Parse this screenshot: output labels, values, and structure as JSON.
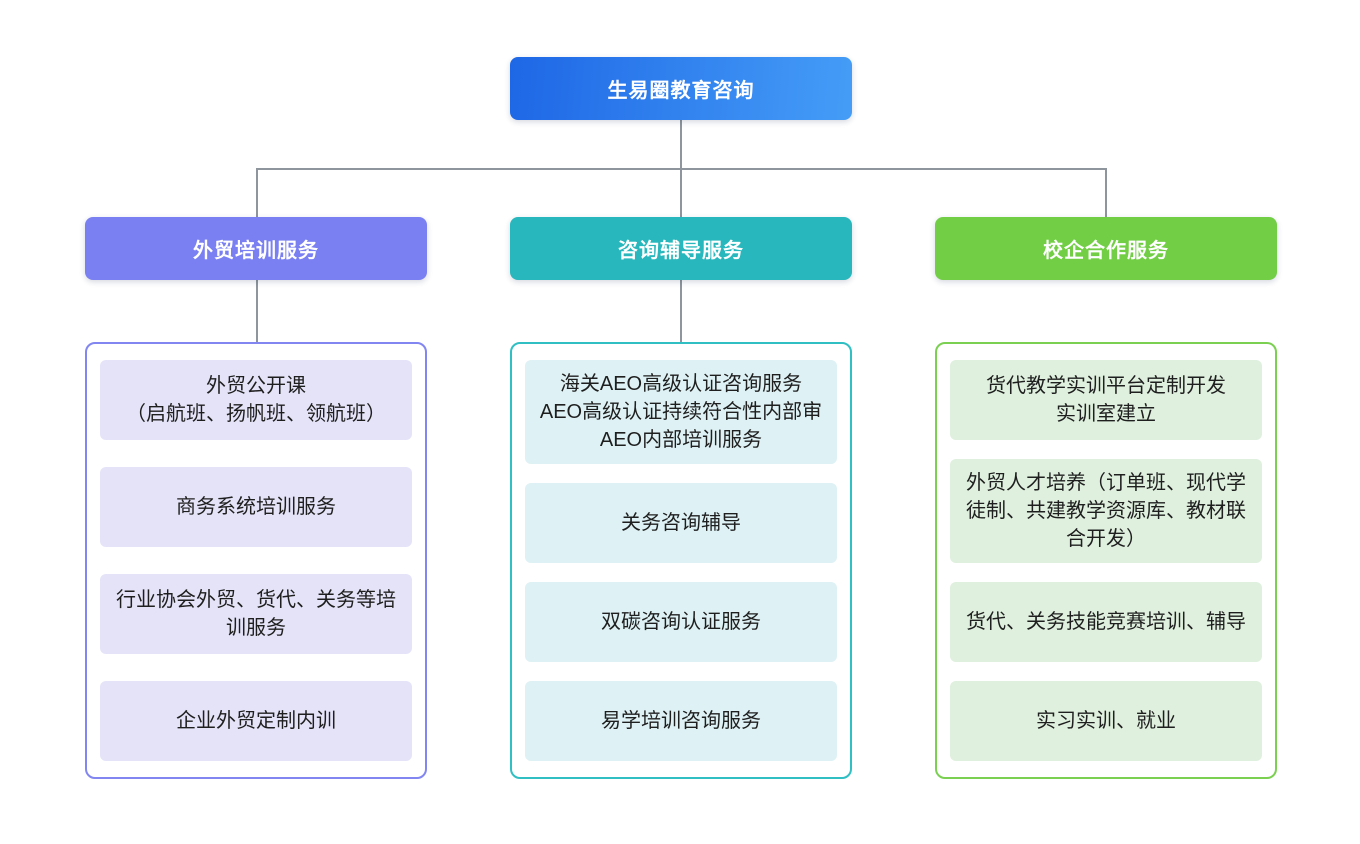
{
  "root": {
    "label": "生易圈教育咨询",
    "gradient_start": "#1e67e6",
    "gradient_end": "#459df7"
  },
  "connector_color": "#8e959c",
  "branches": [
    {
      "label": "外贸培训服务",
      "header_bg": "#7a80f2",
      "border_color": "#8286f0",
      "item_bg": "#e4e3f8",
      "items": [
        "外贸公开课\n（启航班、扬帆班、领航班）",
        "商务系统培训服务",
        "行业协会外贸、货代、关务等培训服务",
        "企业外贸定制内训"
      ]
    },
    {
      "label": "咨询辅导服务",
      "header_bg": "#28b7bc",
      "border_color": "#30bfc3",
      "item_bg": "#def1f4",
      "items": [
        "海关AEO高级认证咨询服务\nAEO高级认证持续符合性内部审\nAEO内部培训服务",
        "关务咨询辅导",
        "双碳咨询认证服务",
        "易学培训咨询服务"
      ]
    },
    {
      "label": "校企合作服务",
      "header_bg": "#72ce45",
      "border_color": "#7bd052",
      "item_bg": "#dff0de",
      "items": [
        "货代教学实训平台定制开发\n实训室建立",
        "外贸人才培养（订单班、现代学徒制、共建教学资源库、教材联合开发）",
        "货代、关务技能竞赛培训、辅导",
        "实习实训、就业"
      ]
    }
  ]
}
